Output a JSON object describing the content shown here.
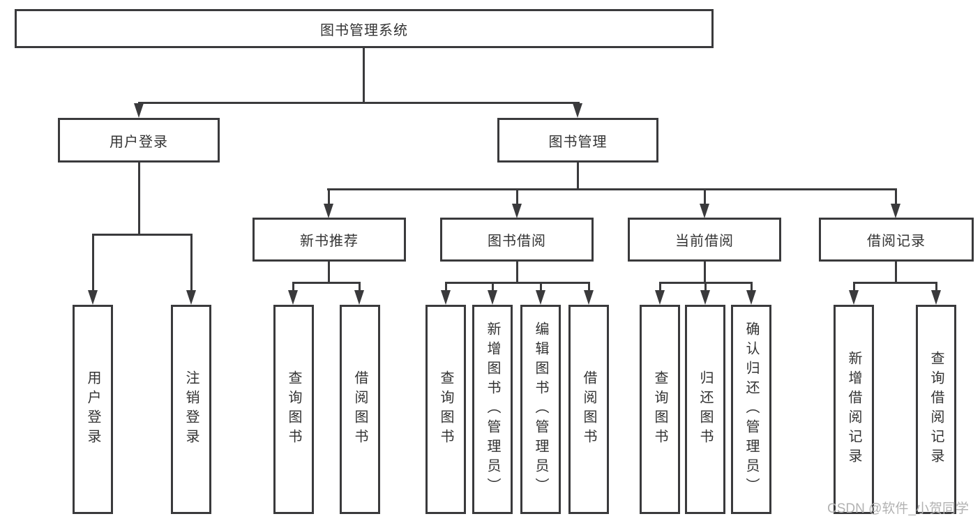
{
  "nodes": {
    "root": "图书管理系统",
    "level2": [
      "用户登录",
      "图书管理"
    ],
    "level3": [
      "新书推荐",
      "图书借阅",
      "当前借阅",
      "借阅记录"
    ],
    "leaves_user_login": [
      "用户登录",
      "注销登录"
    ],
    "leaves_new_books": [
      "查询图书",
      "借阅图书"
    ],
    "leaves_book_borrow": [
      "查询图书",
      "新增图书（管理员）",
      "编辑图书（管理员）",
      "借阅图书"
    ],
    "leaves_current_borrow": [
      "查询图书",
      "归还图书",
      "确认归还（管理员）"
    ],
    "leaves_borrow_records": [
      "新增借阅记录",
      "查询借阅记录"
    ]
  },
  "watermark": "CSDN @软件_小贺同学",
  "colors": {
    "line": "#3a3a3c",
    "text": "#333333",
    "watermark": "#b2b2b2",
    "background": "#ffffff"
  }
}
